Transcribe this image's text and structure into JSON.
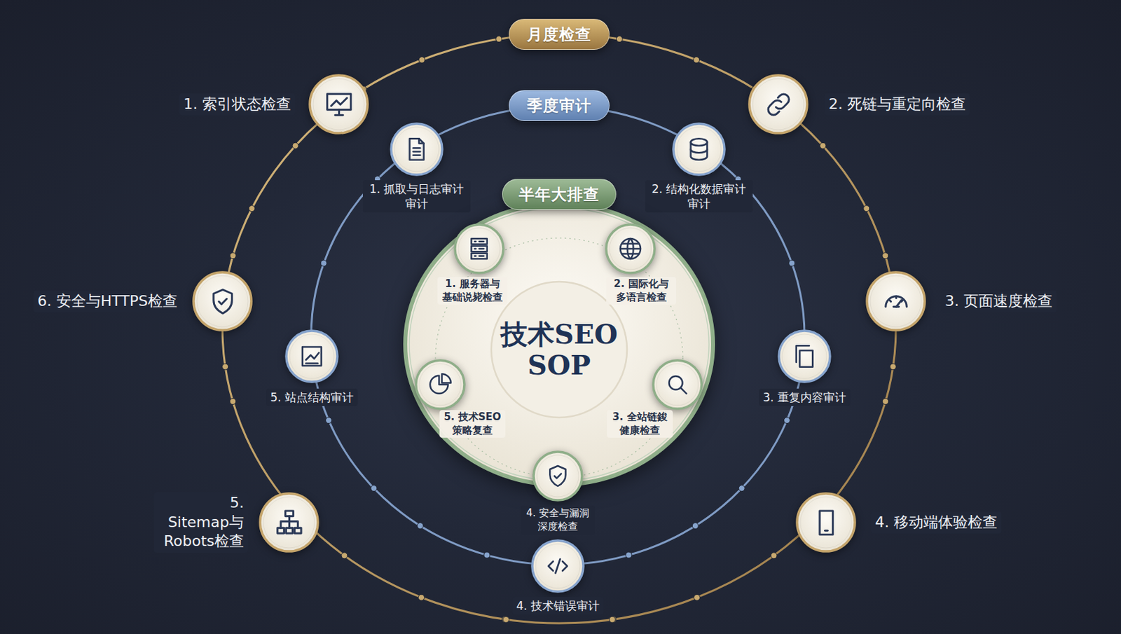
{
  "diagram": {
    "nodes": [
      {
        "text": [
          "月度检查"
        ]
      },
      {
        "text": [
          "1. 索引状态检查"
        ]
      },
      {
        "text": [
          "2. 死链与重定向检查"
        ]
      },
      {
        "text": [
          "3. 页面速度检查"
        ]
      },
      {
        "text": [
          "4. 移动端体验检查"
        ]
      },
      {
        "text": [
          "5. Sitemap与 Robots检查"
        ]
      },
      {
        "text": [
          "6. 安全与HTTPS检查"
        ]
      },
      {
        "text": [
          "季度审计"
        ]
      },
      {
        "text": [
          "1. 抓取与日志审计 审计"
        ]
      },
      {
        "text": [
          "2. 结构化数据审计 审计"
        ]
      },
      {
        "text": [
          "3. 重复内容审计"
        ]
      },
      {
        "text": [
          "4. 技术错误审计"
        ]
      },
      {
        "text": [
          "5. 站点结构审计"
        ]
      },
      {
        "text": [
          "半年大排查"
        ]
      },
      {
        "text": [
          "技术SEO SOP"
        ]
      },
      {
        "text": [
          "1. 服务器与 基础说毙检查"
        ],
        "in": 14
      },
      {
        "text": [
          "2. 国际化与 多语言检查"
        ],
        "in": 14
      },
      {
        "text": [
          "3. 全站链鋑 健康检查"
        ],
        "in": 14
      },
      {
        "text": [
          "4. 安全与漏洞 深度检查"
        ],
        "in": 14
      },
      {
        "text": [
          "5. 技术SEO 策略复查"
        ],
        "in": 14
      }
    ]
  }
}
